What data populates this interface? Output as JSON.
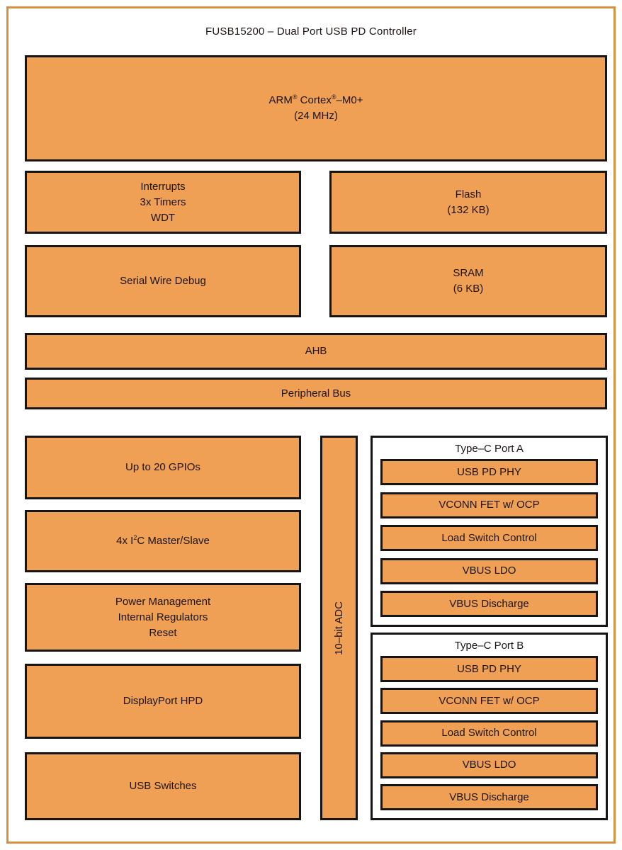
{
  "title": "FUSB15200 – Dual Port USB PD Controller",
  "colors": {
    "block_fill": "#efa055",
    "block_border": "#151515",
    "frame_border": "#d8923e",
    "panel_bg": "#ffffff",
    "text": "#1c1313"
  },
  "cpu": {
    "name_pre": "ARM",
    "reg1": "®",
    "name_mid": " Cortex",
    "reg2": "®",
    "name_post": "–M0+",
    "freq": "(24 MHz)"
  },
  "blocks": {
    "interrupts": {
      "lines": [
        "Interrupts",
        "3x Timers",
        "WDT"
      ]
    },
    "flash": {
      "lines": [
        "Flash",
        "(132 KB)"
      ]
    },
    "swd": {
      "label": "Serial Wire Debug"
    },
    "sram": {
      "lines": [
        "SRAM",
        "(6 KB)"
      ]
    },
    "ahb": {
      "label": "AHB"
    },
    "peripheral_bus": {
      "label": "Peripheral Bus"
    },
    "gpio": {
      "label": "Up to 20 GPIOs"
    },
    "i2c": {
      "pre": "4x I",
      "sup": "2",
      "post": "C Master/Slave"
    },
    "power": {
      "lines": [
        "Power Management",
        "Internal Regulators",
        "Reset"
      ]
    },
    "displayport_hpd": {
      "label": "DisplayPort HPD"
    },
    "usb_switches": {
      "label": "USB Switches"
    },
    "adc": {
      "label": "10–bit ADC"
    }
  },
  "port_a": {
    "title": "Type–C Port A",
    "items": [
      "USB PD PHY",
      "VCONN FET w/ OCP",
      "Load Switch Control",
      "VBUS LDO",
      "VBUS Discharge"
    ]
  },
  "port_b": {
    "title": "Type–C Port B",
    "items": [
      "USB PD PHY",
      "VCONN FET w/ OCP",
      "Load Switch Control",
      "VBUS LDO",
      "VBUS Discharge"
    ]
  }
}
